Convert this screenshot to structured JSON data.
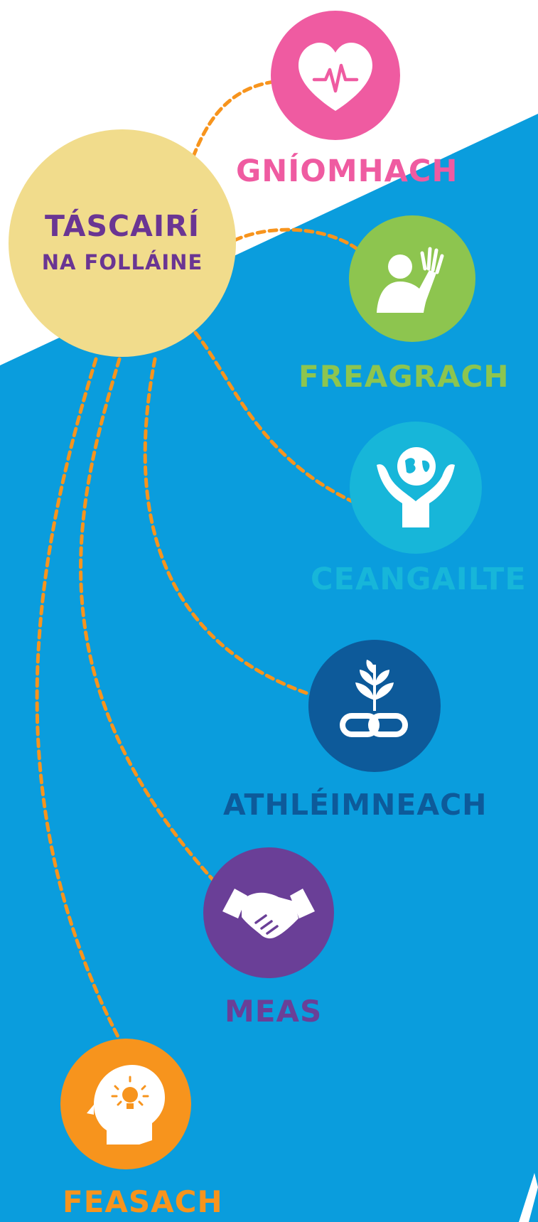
{
  "center": {
    "title_line1": "TÁSCAIRÍ",
    "title_line2": "NA FOLLÁINE"
  },
  "indicators": [
    {
      "key": "active",
      "label": "GNÍOMHACH",
      "icon": "heart-pulse-icon",
      "color": "#ef5ba1"
    },
    {
      "key": "responsible",
      "label": "FREAGRACH",
      "icon": "person-waving-icon",
      "color": "#8dc54f"
    },
    {
      "key": "connected",
      "label": "CEANGAILTE",
      "icon": "hands-globe-icon",
      "color": "#17b6d9"
    },
    {
      "key": "resilient",
      "label": "ATHLÉIMNEACH",
      "icon": "plant-chain-icon",
      "color": "#0d5a9a"
    },
    {
      "key": "respected",
      "label": "MEAS",
      "icon": "handshake-icon",
      "color": "#6a3f97"
    },
    {
      "key": "aware",
      "label": "FEASACH",
      "icon": "head-lightbulb-icon",
      "color": "#f7941d"
    }
  ],
  "colors": {
    "background_blue": "#0a9ddd",
    "center_circle": "#f1dc8c",
    "connector": "#f7941d",
    "center_text": "#6a3593"
  }
}
